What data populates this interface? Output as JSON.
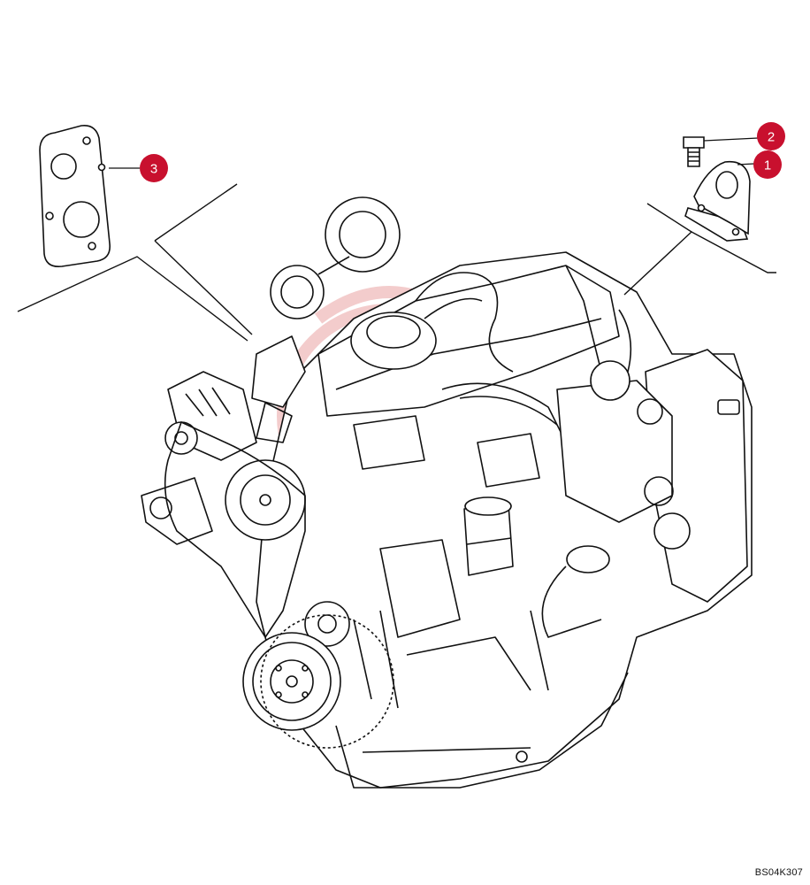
{
  "diagram": {
    "reference_code": "BS04K307",
    "callouts": [
      {
        "label": "1",
        "part": "mounting-bracket"
      },
      {
        "label": "2",
        "part": "bolt"
      },
      {
        "label": "3",
        "part": "gasket-plate"
      }
    ]
  },
  "colors": {
    "callout_fill": "#c8102e",
    "line": "#111111",
    "watermark": "#f2c4c4",
    "background": "#ffffff"
  }
}
